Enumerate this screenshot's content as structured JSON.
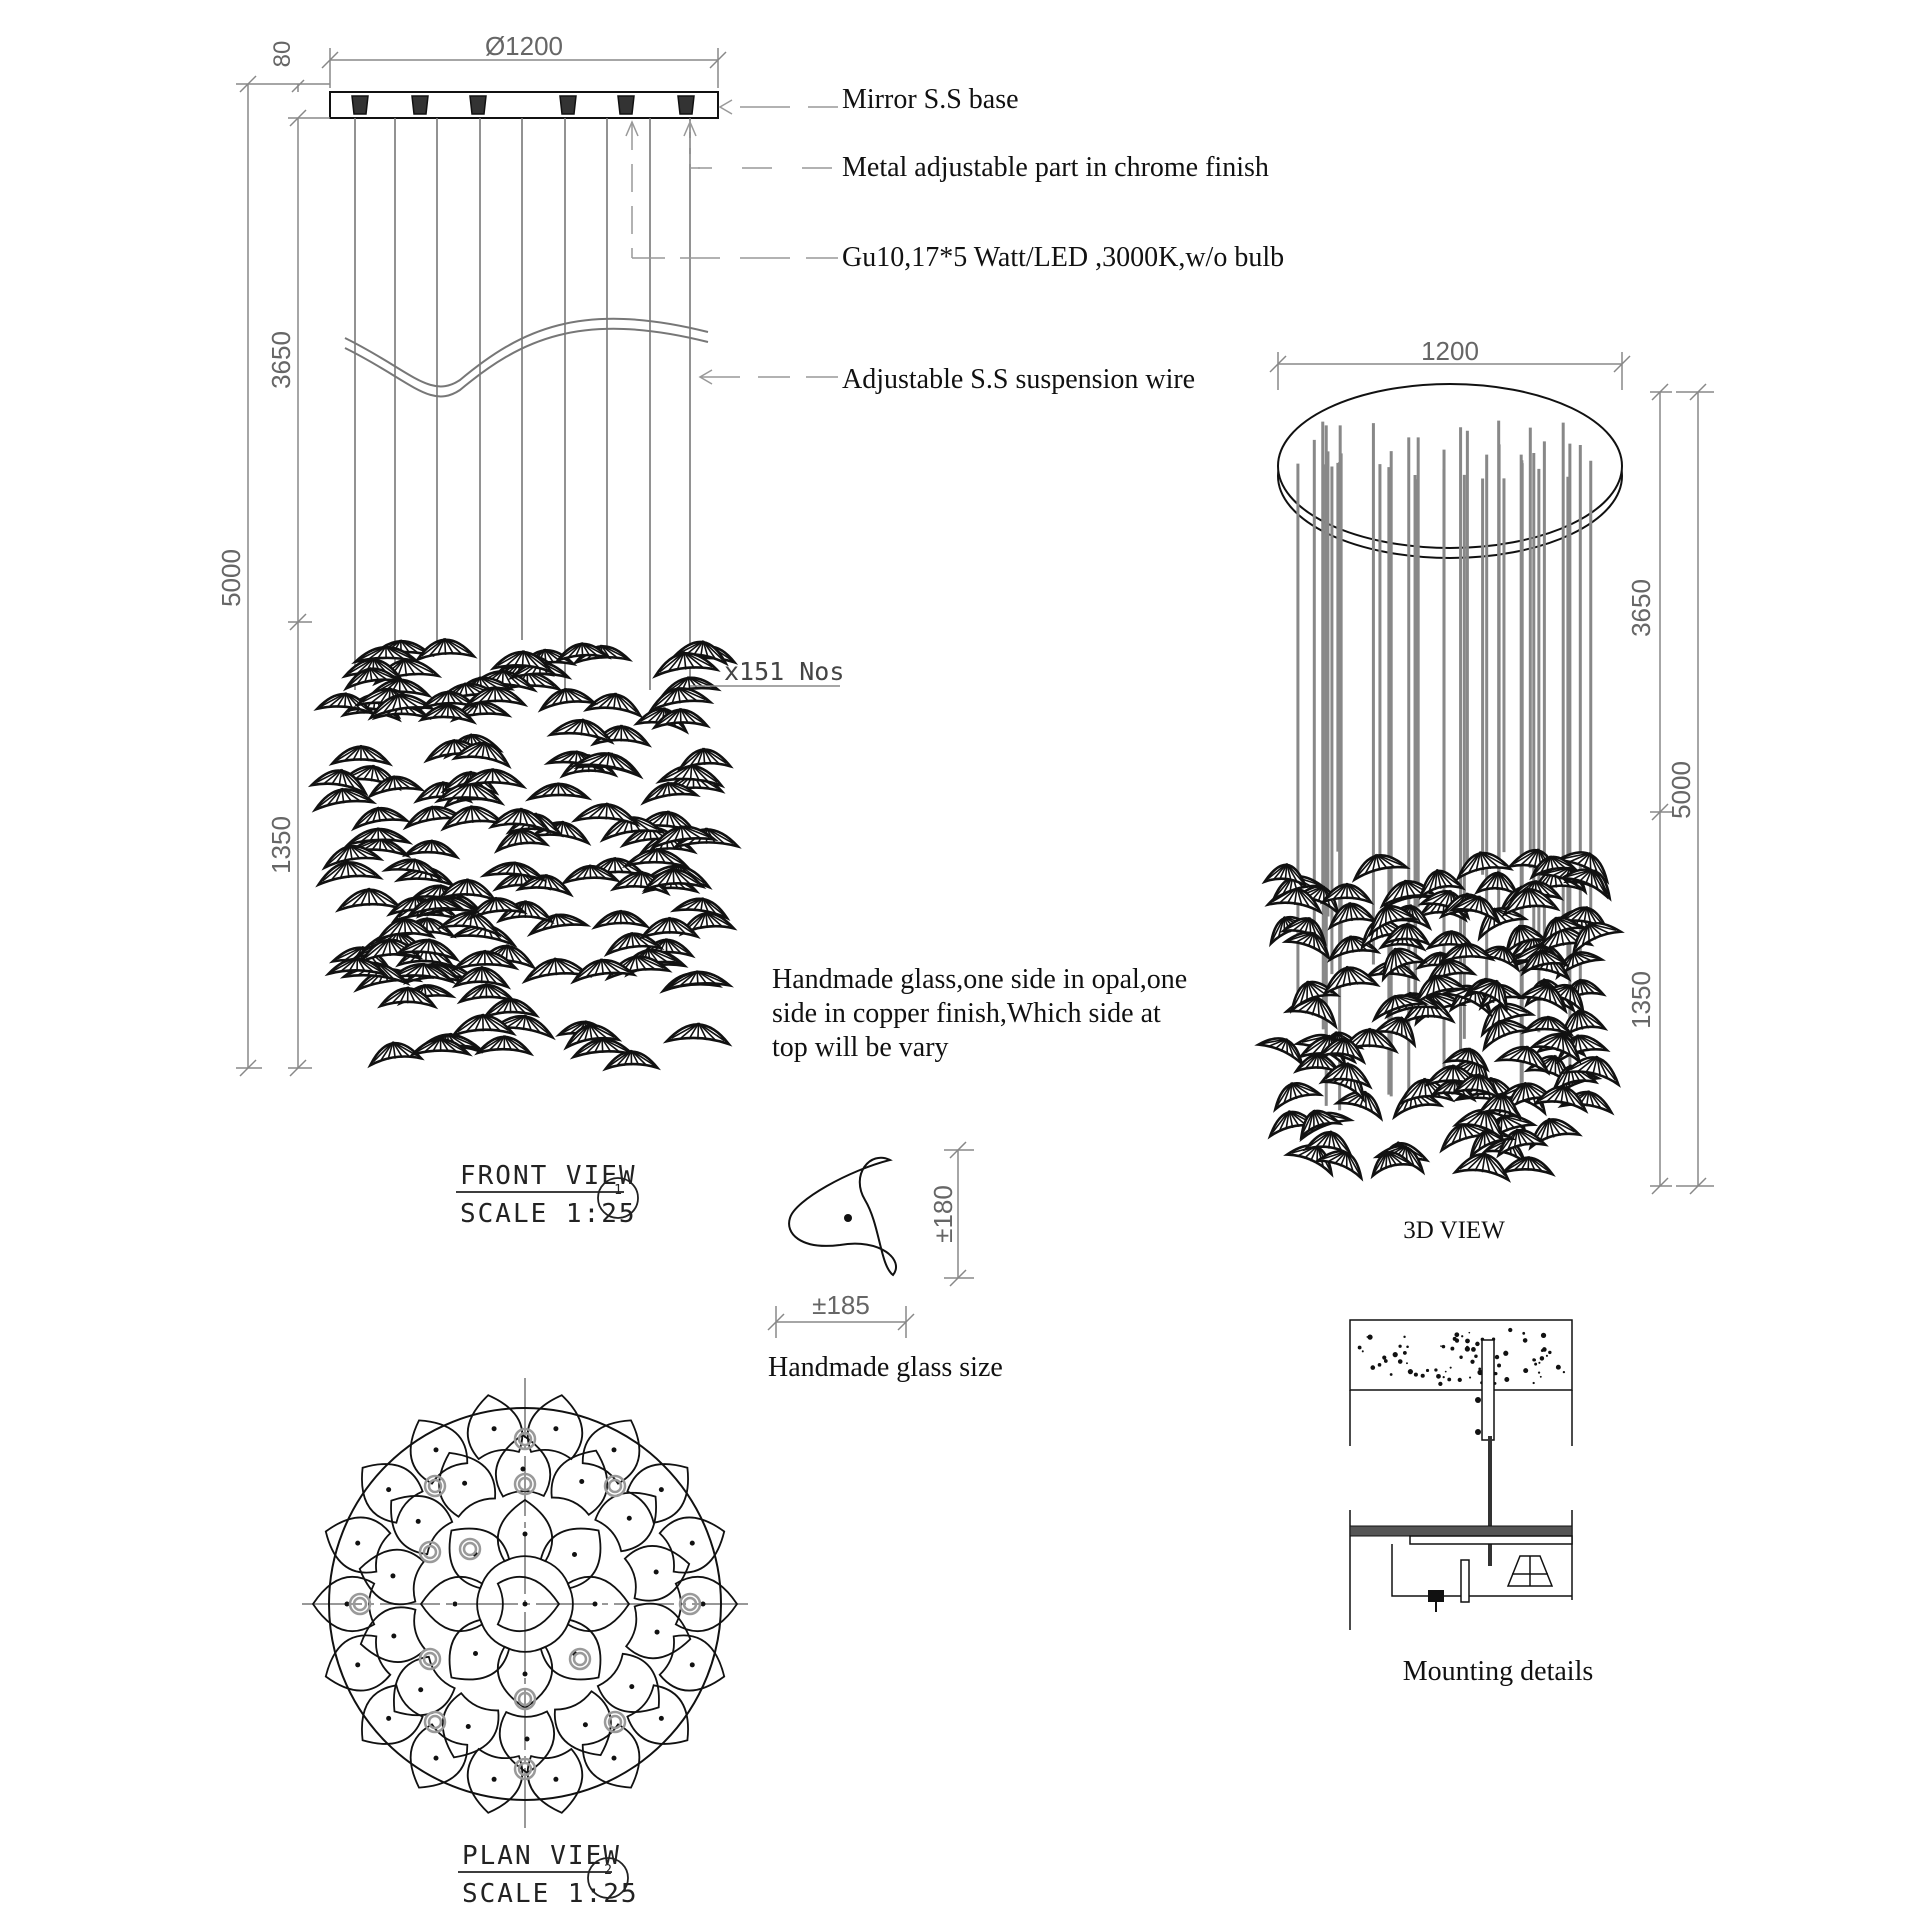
{
  "front_view": {
    "diameter": "Ø1200",
    "base_height": "80",
    "total_height": "5000",
    "wire_length": "3650",
    "cluster_height": "1350",
    "quantity": "x151 Nos",
    "title": "FRONT VIEW",
    "scale": "SCALE 1:25",
    "ref_number": "1"
  },
  "labels": {
    "base": "Mirror S.S base",
    "adjustable_part": "Metal adjustable part in chrome finish",
    "bulb": "Gu10,17*5 Watt/LED  ,3000K,w/o bulb",
    "wire": "Adjustable S.S suspension wire"
  },
  "glass_note": [
    "Handmade glass,one side in opal,one",
    "side in copper finish,Which side at",
    "top will be vary"
  ],
  "glass_size": {
    "width": "±185",
    "height": "±180",
    "caption": "Handmade glass size"
  },
  "view_3d": {
    "width": "1200",
    "total_height": "5000",
    "wire_length": "3650",
    "cluster_height": "1350",
    "title": "3D VIEW"
  },
  "plan_view": {
    "title": "PLAN VIEW",
    "scale": "SCALE 1:25",
    "ref_number": "2"
  },
  "mounting": {
    "caption": "Mounting details"
  }
}
